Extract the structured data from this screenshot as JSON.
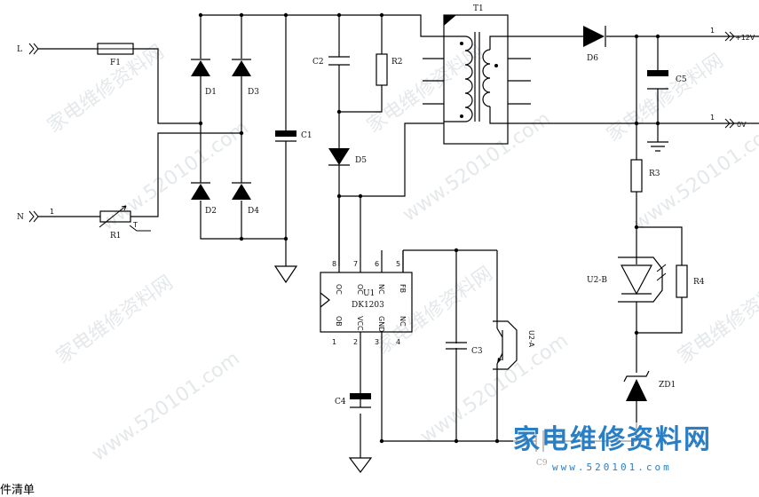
{
  "labels": {
    "L": "L",
    "N": "N",
    "F1": "F1",
    "R1": "R1",
    "T": "T",
    "D1": "D1",
    "D2": "D2",
    "D3": "D3",
    "D4": "D4",
    "C1": "C1",
    "C2": "C2",
    "R2": "R2",
    "D5": "D5",
    "T1": "T1",
    "D6": "D6",
    "C5": "C5",
    "R3": "R3",
    "R4": "R4",
    "U2B": "U2-B",
    "U2A": "U2-A",
    "ZD1": "ZD1",
    "C3": "C3",
    "C4": "C4",
    "C9": "C9",
    "out12": "+12V",
    "out0": "0V",
    "pin1a": "1",
    "pin1b": "1",
    "pin1n": "1",
    "pin1l": "1",
    "pin2l": "2"
  },
  "ic": {
    "ref": "U1",
    "part": "DK1203",
    "top_pins": [
      "8",
      "7",
      "6",
      "5"
    ],
    "top_names": [
      "OC",
      "OC",
      "NC",
      "FB"
    ],
    "bottom_pins": [
      "1",
      "2",
      "3",
      "4"
    ],
    "bottom_names": [
      "OB",
      "VCC",
      "GND",
      "NC"
    ]
  },
  "watermarks": {
    "cn": "家电维修资料网",
    "url": "www.520101.com"
  },
  "logo": {
    "text": "家电维修资料网",
    "site": "www.520101.com"
  },
  "footer": "件清单"
}
